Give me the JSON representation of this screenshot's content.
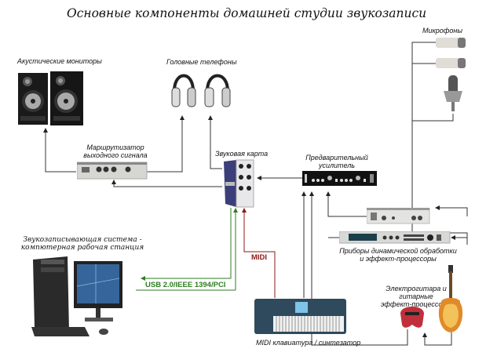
{
  "title": "Основные компоненты домашней студии звукозаписи",
  "components": {
    "monitors": {
      "label": "Акустические мониторы",
      "icon": "studio-monitors-icon"
    },
    "headphones": {
      "label": "Головные телефоны",
      "icon": "headphones-icon"
    },
    "microphones": {
      "label": "Микрофоны",
      "icon": "microphone-icon"
    },
    "router": {
      "label_line1": "Маршрутизатор",
      "label_line2": "выходного сигнала",
      "icon": "output-router-icon"
    },
    "soundcard": {
      "label": "Звуковая карта",
      "icon": "audio-interface-icon"
    },
    "preamp": {
      "label_line1": "Предварительный",
      "label_line2": "усилитель",
      "icon": "preamp-icon"
    },
    "processors": {
      "label_line1": "Приборы динамической обработки",
      "label_line2": "и эффект-процессоры",
      "icon": "rack-processor-icon"
    },
    "workstation": {
      "label_line1": "Звукозаписывающая система -",
      "label_line2": "компютерная рабочая станция",
      "icon": "computer-icon"
    },
    "keyboard": {
      "label": "MIDI клавиатура / синтезатор",
      "icon": "midi-keyboard-icon"
    },
    "guitar": {
      "label_line1": "Электрогитара и",
      "label_line2": "гитарные",
      "label_line3": "эффект-процессоры",
      "icon": "electric-guitar-icon"
    }
  },
  "connections": {
    "usb_label": "USB 2.0/IEEE 1394/PCI",
    "midi_label": "MIDI"
  },
  "colors": {
    "usb": "#2e7d1f",
    "midi": "#8b1a1a",
    "audio": "#222222"
  }
}
